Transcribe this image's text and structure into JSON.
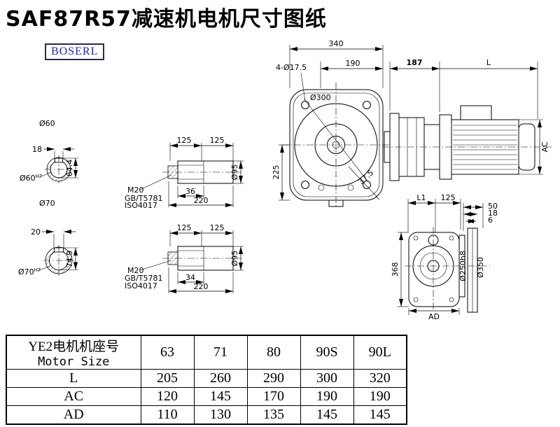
{
  "page": {
    "title": "SAF87R57减速机电机尺寸图纸",
    "logo": "BOSERL"
  },
  "views": {
    "shaft_section_60": {
      "label": "Ø60",
      "key_width": "18",
      "key_depth": "64.4",
      "bore_dia": "Ø60",
      "bore_tol": "H7"
    },
    "shaft_section_70": {
      "label": "Ø70",
      "key_width": "20",
      "key_depth": "74.9",
      "bore_dia": "Ø70",
      "bore_tol": "H7"
    },
    "shaft_detail_top": {
      "dim_a": "125",
      "dim_b": "125",
      "thread": "M20",
      "std1": "GB/T5781",
      "std2": "ISO4017",
      "key_len": "36",
      "total_len": "220",
      "dia": "Ø95"
    },
    "shaft_detail_bottom": {
      "dim_a": "125",
      "dim_b": "125",
      "thread": "M20",
      "std1": "GB/T5781",
      "std2": "ISO4017",
      "key_len": "34",
      "total_len": "220",
      "dia": "Ø95"
    },
    "front_view": {
      "width": "340",
      "top_offset": "190",
      "bolt_holes": "4-Ø17.5",
      "flange_dia": "Ø300",
      "height": "225",
      "angle": "37.5"
    },
    "side_view": {
      "gearbox_len": "187",
      "motor_len": "L",
      "motor_dia": "AC"
    },
    "rear_view": {
      "dim_l1": "L1",
      "dim_125": "125",
      "dim_50": "50",
      "dim_18": "18",
      "dim_6": "6",
      "height": "368",
      "spigot_dia": "Ø250h8",
      "flange_dia": "Ø350",
      "dim_ad": "AD"
    }
  },
  "table": {
    "header": {
      "label_cn": "YE2电机机座号",
      "label_en": "Motor Size",
      "sizes": [
        "63",
        "71",
        "80",
        "90S",
        "90L"
      ]
    },
    "rows": [
      {
        "label": "L",
        "values": [
          "205",
          "260",
          "290",
          "300",
          "320"
        ]
      },
      {
        "label": "AC",
        "values": [
          "120",
          "145",
          "170",
          "190",
          "190"
        ]
      },
      {
        "label": "AD",
        "values": [
          "110",
          "130",
          "135",
          "145",
          "145"
        ]
      }
    ]
  }
}
